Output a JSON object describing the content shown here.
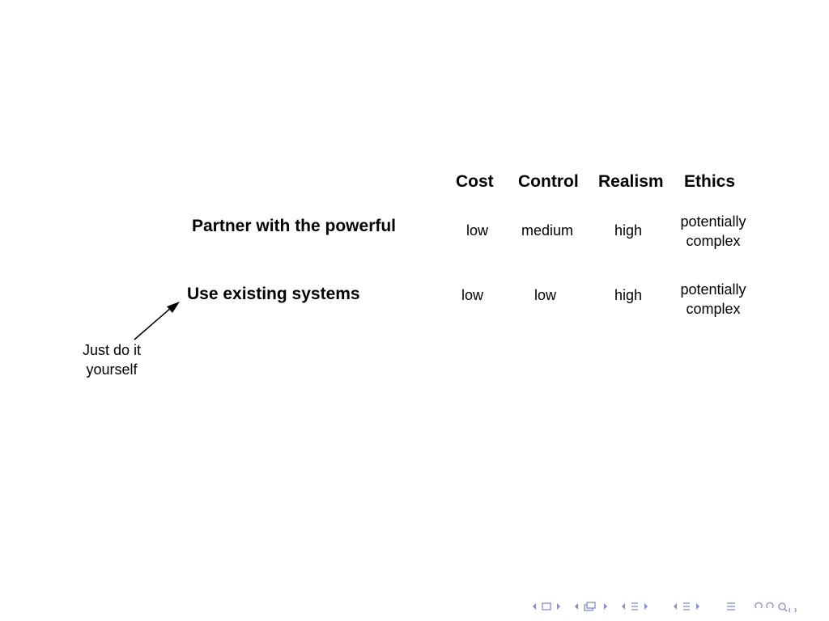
{
  "table": {
    "headers": [
      "Cost",
      "Control",
      "Realism",
      "Ethics"
    ],
    "rows": [
      {
        "label": "Partner with the powerful",
        "cost": "low",
        "control": "medium",
        "realism": "high",
        "ethics_line1": "potentially",
        "ethics_line2": "complex"
      },
      {
        "label": "Use existing systems",
        "cost": "low",
        "control": "low",
        "realism": "high",
        "ethics_line1": "potentially",
        "ethics_line2": "complex"
      }
    ]
  },
  "annotation": {
    "line1": "Just do it",
    "line2": "yourself"
  },
  "nav": {
    "accent_color": "#8a8ad0",
    "icons": [
      "arrow-left-icon",
      "frame-icon",
      "arrow-right-icon",
      "arrow-left-icon",
      "section-icon",
      "arrow-right-icon",
      "arrow-left-icon",
      "subsection-icon",
      "arrow-right-icon",
      "arrow-left-icon",
      "subsubsection-icon",
      "arrow-right-icon",
      "toc-icon",
      "undo-icon",
      "redo-icon",
      "search-icon"
    ]
  }
}
